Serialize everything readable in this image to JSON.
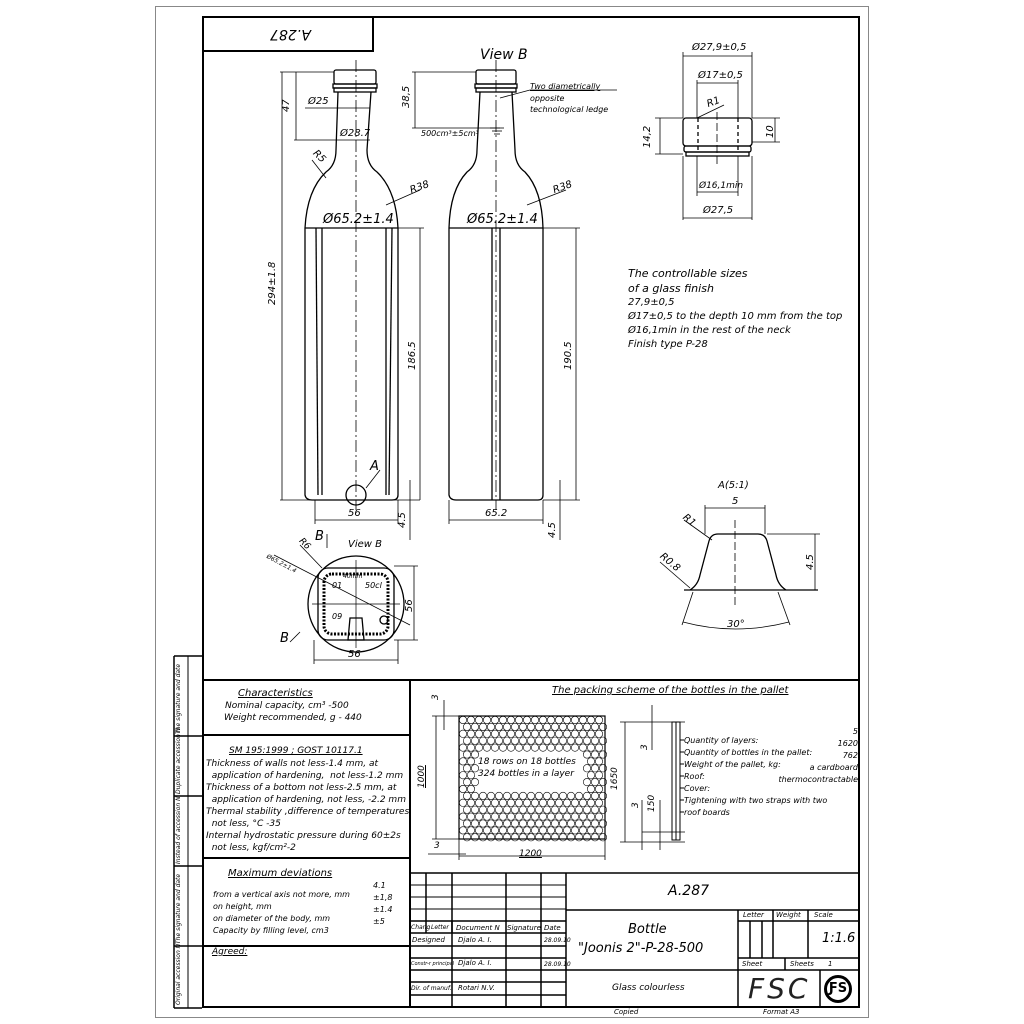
{
  "sheet": {
    "code_top_mirrored": "A.287",
    "view_b_label": "View B",
    "view_b_bottom_label": "View B",
    "section_a_label": "A(5:1)",
    "detail_marker": "A",
    "section_marker": "B"
  },
  "bottle_front": {
    "dims": {
      "total_height": "294±1.8",
      "neck_height": "47",
      "neck_top_dia": "Ø25",
      "neck_bottom_dia": "Ø28.7",
      "shoulder_radius": "R5",
      "shoulder_big_radius": "R38",
      "body_dia": "Ø65.2±1.4",
      "body_height": "186.5",
      "bottom_width": "56",
      "bottom_offset": "4.5"
    }
  },
  "bottle_side": {
    "dims": {
      "fill_depth": "38,5",
      "fill_volume": "500cm³±5cm³",
      "ledge_note": "Two diametrically opposite technological ledge",
      "ledge_note_lines": [
        "Two diametrically",
        "opposite",
        "technological ledge"
      ],
      "shoulder_big_radius": "R38",
      "body_dia": "Ø65.2±1.4",
      "body_height": "190.5",
      "bottom_width": "65.2",
      "bottom_offset": "4.5"
    }
  },
  "finish_detail": {
    "outer_dia": "Ø27,9±0,5",
    "inner_dia": "Ø17±0,5",
    "radius": "R1",
    "height": "14,2",
    "depth": "10",
    "neck_inner_dia": "Ø16,1min",
    "bottom_dia": "Ø27,5"
  },
  "finish_notes": [
    "The controllable sizes",
    "of a glass finish",
    "27,9±0,5",
    "Ø17±0,5 to the depth 10 mm from the top",
    "Ø16,1min in the rest of the neck",
    "Finish type  P-28"
  ],
  "section_a": {
    "width": "5",
    "height": "4.5",
    "r1": "R1",
    "r2": "R0.8",
    "angle": "30°"
  },
  "bottom_view": {
    "radius": "R6",
    "dia": "Ø65.2±1.4",
    "height": "56",
    "width": "56",
    "marks": [
      "40mm",
      "01",
      "50cl",
      "09"
    ]
  },
  "characteristics": {
    "title": "Characteristics",
    "lines": [
      "Nominal capacity, cm³  -500",
      "Weight recommended, g - 440"
    ]
  },
  "standards": {
    "title": "SM 195:1999  ; GOST 10117.1",
    "lines": [
      "Thickness of walls not less-1.4 mm, at",
      "  application of hardening,  not less-1.2 mm",
      "Thickness of a bottom not less-2.5 mm, at",
      "  application of hardening, not less, -2.2 mm",
      "Thermal stability ,difference of temperatures,",
      "  not less, °C -35",
      "Internal hydrostatic pressure during 60±2s",
      "  not less, kgf/cm²-2"
    ]
  },
  "deviations": {
    "title": "Maximum deviations",
    "rows": [
      {
        "label": "from a vertical axis not more, mm",
        "value": "4.1"
      },
      {
        "label": "on height, mm",
        "value": "±1,8"
      },
      {
        "label": "on diameter of the body, mm",
        "value": "±1.4"
      },
      {
        "label": "Capacity by filling level, cm3",
        "value": "±5"
      }
    ]
  },
  "agreed_label": "Agreed:",
  "side_stamps": [
    "The signature and date",
    "Duplicate accession N",
    "Instead of accession N",
    "The signature and date",
    "Original accession N"
  ],
  "packing": {
    "title": "The packing scheme of the bottles in the pallet",
    "layer_note": [
      "18 rows on 18 bottles",
      "324  bottles in a layer"
    ],
    "dims": {
      "top_gap": "3",
      "height": "1000",
      "left_gap": "3",
      "width": "1200",
      "pallet_height": "1650",
      "gap_a": "3",
      "gap_b": "3",
      "base": "150"
    },
    "specs": [
      {
        "label": "Quantity of layers:",
        "value": "5"
      },
      {
        "label": "Quantity of bottles in the pallet:",
        "value": "1620"
      },
      {
        "label": "Weight of the pallet, kg:",
        "value": "762"
      },
      {
        "label": "Roof:",
        "value": "a cardboard"
      },
      {
        "label": "Cover:",
        "value": "thermocontractable"
      },
      {
        "label": "Tightening with two straps with two",
        "value": ""
      },
      {
        "label": "roof boards",
        "value": ""
      }
    ]
  },
  "title_block": {
    "code": "A.287",
    "name_line1": "Bottle",
    "name_line2": "\"Joonis 2\"-P-28-500",
    "material": "Glass colourless",
    "company": "FSC",
    "headers": {
      "chang": "Chang",
      "letter": "Letter",
      "doc": "Document N",
      "signature": "Signature",
      "date": "Date"
    },
    "roles": [
      {
        "role": "Designed",
        "name": "Djalo A. I.",
        "date": "28.09.10"
      },
      {
        "role": "Constr-r principal",
        "name": "Djalo A. I.",
        "date": "28.09.10"
      },
      {
        "role": "Dir. of manuf.",
        "name": "Rotari N.V.",
        "date": ""
      }
    ],
    "letter_label": "Letter",
    "weight_label": "Weight",
    "scale_label": "Scale",
    "scale_value": "1:1.6",
    "sheet_label": "Sheet",
    "sheets_label": "Sheets",
    "sheets_value": "1",
    "copied_label": "Copied",
    "format_label": "Format A3"
  }
}
